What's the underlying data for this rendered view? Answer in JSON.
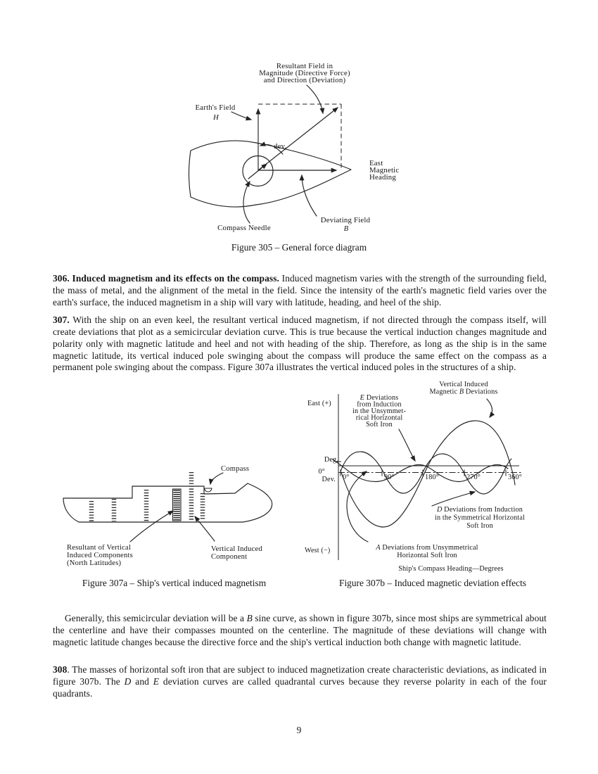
{
  "page": {
    "number": "9"
  },
  "fig305": {
    "caption": "Figure 305 – General force diagram",
    "resultant_label": [
      "Resultant Field in",
      "Magnitude (Directive Force)",
      "and Direction (Deviation)"
    ],
    "earths_field_label": "Earth's Field",
    "earths_field_var": "H",
    "east_heading_label": [
      "East",
      "Magnetic",
      "Heading"
    ],
    "deviating_field_label": "Deviating Field",
    "deviating_field_var": "B",
    "compass_needle_label": "Compass Needle",
    "dev_angle_label": "dev."
  },
  "p306": {
    "lead": "306. Induced magnetism and its effects on the compass.",
    "body": " Induced magnetism varies with the strength of the surrounding field, the mass of metal, and the alignment of the metal in the field. Since the intensity of the earth's magnetic field varies over the earth's surface, the induced magnetism in a ship will vary with latitude, heading, and heel of the ship."
  },
  "p307": {
    "lead": "307.",
    "body": " With the ship on an even keel, the resultant vertical induced magnetism, if not directed through the compass itself, will create deviations that plot as a semicircular deviation curve. This is true because the vertical induction changes magnitude and polarity only with magnetic latitude and heel and not with heading of the ship. Therefore, as long as the ship is in the same magnetic latitude, its vertical induced pole swinging about the compass will produce the same effect on the compass as a permanent pole swinging about the compass. Figure 307a illustrates the vertical induced poles in the structures of a ship."
  },
  "fig307a": {
    "caption": "Figure 307a – Ship's vertical induced magnetism",
    "compass_label": "Compass",
    "resultant_label": [
      "Resultant of Vertical",
      "Induced Components",
      "(North Latitudes)"
    ],
    "component_label": [
      "Vertical Induced",
      "Component"
    ]
  },
  "fig307b": {
    "caption": "Figure 307b – Induced magnetic deviation effects",
    "b_label_line1": "Vertical Induced",
    "b_label_pre": "Magnetic ",
    "b_label_var": "B",
    "b_label_post": " Deviations",
    "east_label": "East (+)",
    "west_label": "West (−)",
    "e_label_var": "E",
    "e_label_rest": " Deviations",
    "e_label_lines": [
      "from Induction",
      "in the Unsymmet-",
      "rical Horizontal",
      "Soft Iron"
    ],
    "deg_label": "Deg.",
    "zero_label": "0°",
    "dev_label": "Dev.",
    "x_ticks": [
      "0°",
      "90°",
      "180°",
      "270°",
      "360°"
    ],
    "d_label_var": "D",
    "d_label_rest": " Deviations from Induction",
    "d_label_lines": [
      "in the Symmetrical Horizontal",
      "Soft Iron"
    ],
    "a_label_var": "A",
    "a_label_rest": " Deviations from Unsymmetrical",
    "a_label_line2": "Horizontal Soft Iron",
    "x_axis_label": "Ship's Compass Heading—Degrees",
    "chart_data": {
      "type": "line",
      "title": "Induced magnetic deviation effects",
      "xlabel": "Ship's Compass Heading—Degrees",
      "ylabel": "Deg. Dev. (East + / West −)",
      "x_ticks_deg": [
        0,
        90,
        180,
        270,
        360
      ],
      "x_range_deg": [
        0,
        360
      ],
      "grid": false,
      "series": [
        {
          "name": "A Deviations from Unsymmetrical Horizontal Soft Iron",
          "shape": "constant offset line",
          "x_deg": [
            0,
            360
          ],
          "deviation": [
            0.15,
            0.15
          ]
        },
        {
          "name": "Vertical Induced Magnetic B Deviations",
          "shape": "semicircular sine",
          "x_deg": [
            0,
            45,
            90,
            135,
            180,
            225,
            270,
            315,
            360
          ],
          "deviation": [
            0,
            -0.85,
            -1.0,
            -0.6,
            0,
            0.55,
            0.95,
            1.0,
            0
          ]
        },
        {
          "name": "D Deviations from Induction in the Symmetrical Horizontal Soft Iron",
          "shape": "quadrantal",
          "x_deg": [
            0,
            45,
            90,
            135,
            180,
            225,
            270,
            315,
            360
          ],
          "deviation": [
            0,
            0.4,
            0,
            -0.4,
            0,
            0.38,
            0,
            -0.4,
            0
          ]
        },
        {
          "name": "E Deviations from Induction in the Unsymmetrical Horizontal Soft Iron",
          "shape": "quadrantal",
          "x_deg": [
            0,
            45,
            90,
            135,
            180,
            225,
            270,
            315,
            360
          ],
          "deviation": [
            0.15,
            0,
            -0.15,
            0,
            0.15,
            0,
            -0.15,
            0,
            0.15
          ]
        }
      ]
    }
  },
  "p_general": {
    "pre": "Generally, this semicircular deviation will be a ",
    "var": "B",
    "post": " sine curve, as shown in figure 307b, since most ships are symmetrical about the centerline and have their compasses mounted on the centerline. The magnitude of these deviations will change with magnetic latitude changes because the directive force and the ship's vertical induction both change with magnetic latitude."
  },
  "p308": {
    "lead": "308",
    "s1": ". The masses of horizontal soft iron that are subject to induced magnetization create characteristic deviations, as indicated in figure 307b. The ",
    "var1": "D",
    "s2": " and ",
    "var2": "E",
    "s3": " deviation curves are called quadrantal curves because they reverse polarity in each of the four quadrants."
  }
}
